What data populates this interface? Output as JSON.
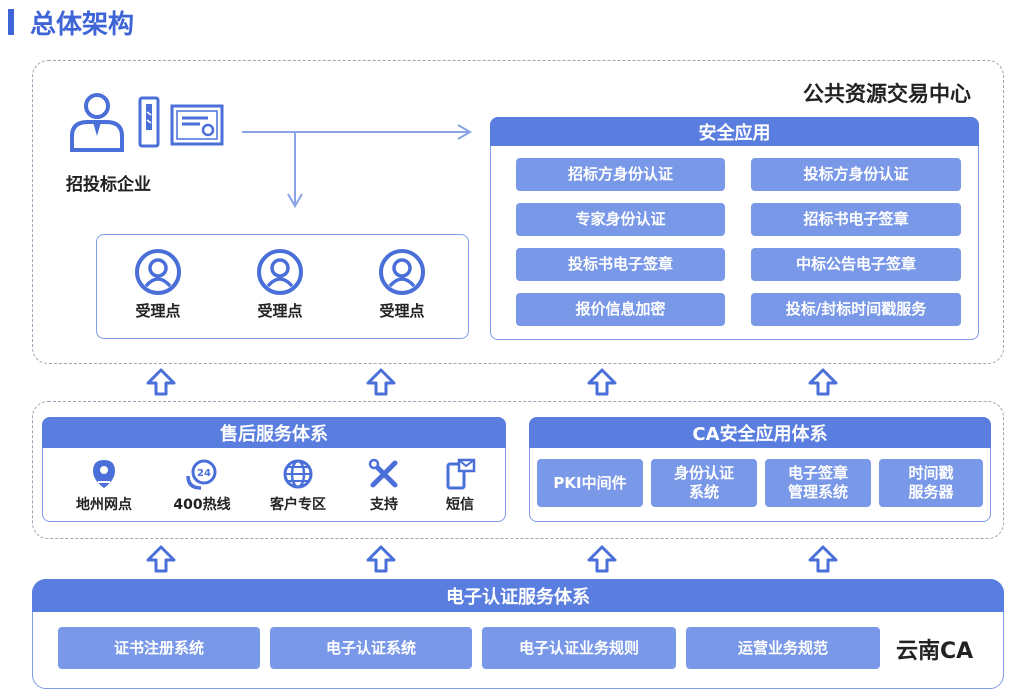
{
  "page_title": "总体架构",
  "center_title": "公共资源交易中心",
  "enterprise_label": "招投标企业",
  "accept_points": [
    "受理点",
    "受理点",
    "受理点"
  ],
  "security_app": {
    "title": "安全应用",
    "items": [
      "招标方身份认证",
      "投标方身份认证",
      "专家身份认证",
      "招标书电子签章",
      "投标书电子签章",
      "中标公告电子签章",
      "报价信息加密",
      "投标/封标时间戳服务"
    ]
  },
  "after_sales": {
    "title": "售后服务体系",
    "items": [
      "地州网点",
      "400热线",
      "客户专区",
      "支持",
      "短信"
    ]
  },
  "ca_security": {
    "title": "CA安全应用体系",
    "items": [
      "PKI中间件",
      "身份认证\n系统",
      "电子签章\n管理系统",
      "时间戳\n服务器"
    ]
  },
  "cert_service": {
    "title": "电子认证服务体系",
    "items": [
      "证书注册系统",
      "电子认证系统",
      "电子认证业务规则",
      "运营业务规范"
    ],
    "brand": "云南CA"
  },
  "colors": {
    "accent": "#3e64d8",
    "header": "#5a7ee0",
    "pill": "#7a98e8",
    "icon": "#4a6fd8"
  }
}
